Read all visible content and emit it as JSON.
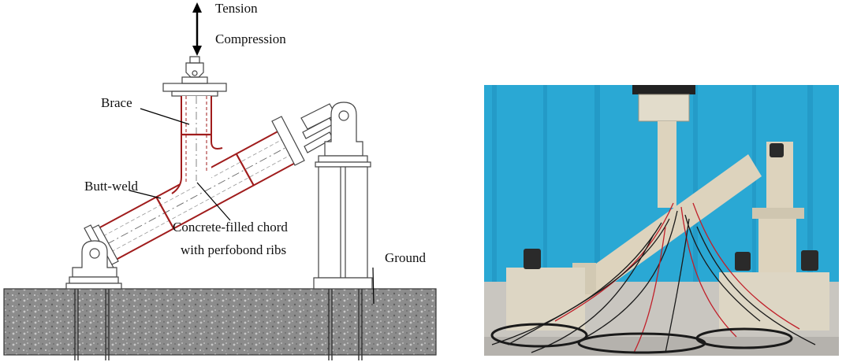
{
  "schematic": {
    "labels": {
      "tension": "Tension",
      "compression": "Compression",
      "brace": "Brace",
      "butt_weld": "Butt-weld",
      "chord_line1": "Concrete-filled chord",
      "chord_line2": "with perfobond ribs",
      "ground": "Ground"
    },
    "colors": {
      "steel_outline": "#444444",
      "tube_red": "#a01c1c",
      "ground_fill": "#8a8a8a"
    }
  },
  "photo": {
    "colors": {
      "backdrop": "#2aa8d4",
      "steel_paint": "#ddd3bd",
      "floor": "#c9c6c0"
    }
  }
}
